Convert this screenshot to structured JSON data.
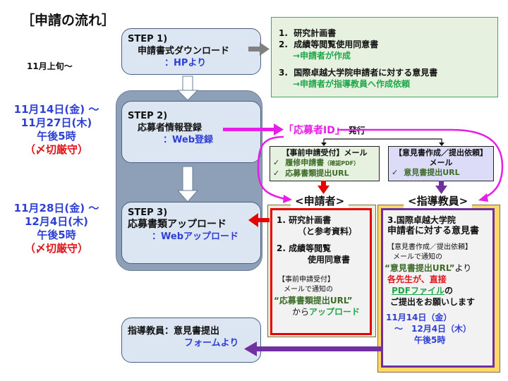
{
  "title": "［申請の流れ］",
  "timeline": {
    "step1_period": "11月上旬～",
    "step2_period": [
      "11月14日(金) ～",
      "11月27日(木)",
      "午後5時",
      "（〆切厳守）"
    ],
    "step3_period": [
      "11月28日(金) ～",
      "12月4日(木)",
      "午後5時",
      "（〆切厳守）"
    ]
  },
  "steps": [
    {
      "heading": "STEP 1)",
      "name": "申請書式ダウンロード",
      "via": "：HPより"
    },
    {
      "heading": "STEP 2)",
      "name": "応募者情報登録",
      "via": "：Web登録"
    },
    {
      "heading": "STEP 3)",
      "name": "応募書類アップロード",
      "via": "：Webアップロード"
    }
  ],
  "documents": {
    "items": [
      {
        "num": "1.",
        "text": "研究計画書"
      },
      {
        "num": "2.",
        "text": "成績等閲覧使用同意書"
      },
      {
        "num": "3.",
        "text": "国際卓越大学院申請者に対する意見書"
      }
    ],
    "note_applicant": "→申請者が作成",
    "note_advisor": "→申請者が指導教員へ作成依頼"
  },
  "id_issue": {
    "id_label": "「応募者ID」",
    "suffix": "発行"
  },
  "mail_applicant": {
    "title": "【事前申請受付】メール",
    "items": [
      {
        "check": "✓",
        "text": "履修申請書",
        "small": "（確認PDF）"
      },
      {
        "check": "✓",
        "text": "応募書類提出URL",
        "small": ""
      }
    ]
  },
  "mail_advisor": {
    "title": "【意見書作成／提出依頼】",
    "title2": "メール",
    "items": [
      {
        "check": "✓",
        "text": "意見書提出URL"
      }
    ]
  },
  "applicant": {
    "header": "<申請者>",
    "doc1_num": "1.",
    "doc1": "研究計画書",
    "doc1_sub": "（と参考資料）",
    "doc2_num": "2.",
    "doc2": "成績等閲覧",
    "doc2_sub": "使用同意書",
    "mail_label": "【事前申請受付】",
    "mail_note": "メールで通知の",
    "url_label": "“応募書類提出URL”",
    "from": "から",
    "upload": "アップロード"
  },
  "advisor": {
    "header": "<指導教員>",
    "doc3": "3.国際卓越大学院",
    "doc3_sub": "申請者に対する意見書",
    "mail_label": "【意見書作成／提出依頼】",
    "mail_note": "メールで通知の",
    "url_label": "“意見書提出URL”",
    "url_suffix": "より",
    "direct": "各先生が、直接",
    "pdf": "PDFファイル",
    "pdf_suffix": "の",
    "request": "ご提出をお願いします",
    "period": [
      "11月14日（金）",
      "～　12月4日（木）",
      "午後5時"
    ]
  },
  "advisor_form": {
    "title": "指導教員：意見書提出",
    "via": "フォームより"
  },
  "colors": {
    "step_fill": "#dce6f2",
    "group_fill": "#8ea0b8",
    "magenta": "#e61ee6",
    "red": "#e60000",
    "purple": "#7030a0",
    "gold": "#ffd966",
    "green_text": "#1fa64a",
    "blue_text": "#2e3fd4"
  }
}
